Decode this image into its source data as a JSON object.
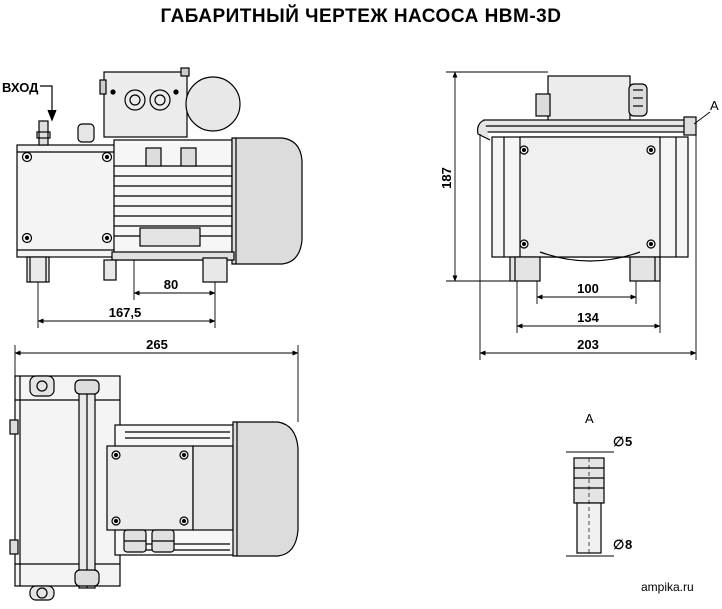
{
  "title": "ГАБАРИТНЫЙ ЧЕРТЕЖ НАСОСА НВМ-3D",
  "labels": {
    "inlet": "ВХОД",
    "detail_a_marker": "А",
    "detail_a_title": "А",
    "diam_5": "5",
    "diam_8": "8"
  },
  "dimensions": {
    "d80": "80",
    "d167": "167,5",
    "d187": "187",
    "d100": "100",
    "d134": "134",
    "d203": "203",
    "d265": "265"
  },
  "watermark": "ampika.ru"
}
